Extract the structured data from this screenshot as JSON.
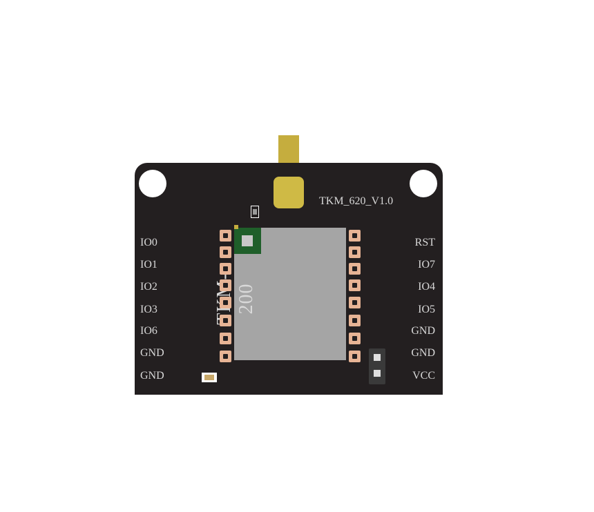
{
  "board": {
    "version_label": "TKM_620_V1.0",
    "module_label": "TKM-200",
    "left_pins": [
      "IO0",
      "IO1",
      "IO2",
      "IO3",
      "IO6",
      "GND",
      "GND"
    ],
    "right_pins": [
      "RST",
      "IO7",
      "IO4",
      "IO5",
      "GND",
      "GND",
      "VCC"
    ]
  },
  "colors": {
    "pcb": "#231f20",
    "gold": "#cfba45",
    "pad": "#e7b495",
    "module": "#a5a5a5",
    "silkscreen": "#d8d8d8"
  }
}
